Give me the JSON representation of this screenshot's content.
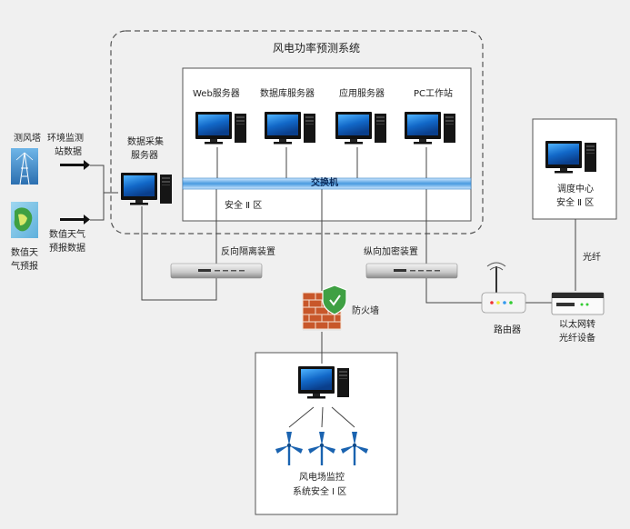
{
  "title": "风电功率预测系统",
  "servers": [
    {
      "label": "Web服务器"
    },
    {
      "label": "数据库服务器"
    },
    {
      "label": "应用服务器"
    },
    {
      "label": "PC工作站"
    }
  ],
  "switch_label": "交换机",
  "zone2_label": "安全 Ⅱ 区",
  "collector": {
    "line1": "数据采集",
    "line2": "服务器"
  },
  "wind_tower": "测风塔",
  "env_data": {
    "line1": "环境监测",
    "line2": "站数据"
  },
  "weather_data": {
    "line1": "数值天气",
    "line2": "预报数据"
  },
  "weather_source": {
    "line1": "数值天",
    "line2": "气预报"
  },
  "reverse_isolation": "反向隔离装置",
  "vertical_encryption": "纵向加密装置",
  "firewall": "防火墙",
  "router": "路由器",
  "dispatch": {
    "line1": "调度中心",
    "line2": "安全 Ⅱ 区"
  },
  "fiber": "光纤",
  "converter": {
    "line1": "以太网转",
    "line2": "光纤设备"
  },
  "farm": {
    "line1": "风电场监控",
    "line2": "系统安全 Ⅰ 区"
  },
  "colors": {
    "switch_bar": "#3a8fd0",
    "monitor_frame": "#1a1a1a",
    "screen": "#1565c0",
    "firewall": "#c8572a",
    "shield": "#4caf50"
  }
}
